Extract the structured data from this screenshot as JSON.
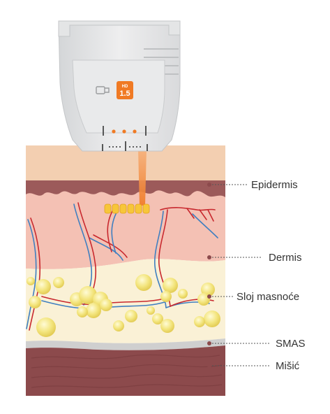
{
  "device": {
    "badge_top": "HD",
    "badge_value": "1.5"
  },
  "labels": {
    "epidermis": "Epidermis",
    "dermis": "Dermis",
    "fat": "Sloj masnoće",
    "smas": "SMAS",
    "muscle": "Mišić"
  },
  "colors": {
    "accent": "#f07a24",
    "epidermis": "#f3cfb1",
    "dermis": "#f4c2b4",
    "fat": "#faf1d6",
    "smas": "#c8c8c8",
    "muscle": "#8d4a4c",
    "artery": "#c8282e",
    "vein": "#3f7fc0",
    "fat_cell": "#f1e27a"
  }
}
